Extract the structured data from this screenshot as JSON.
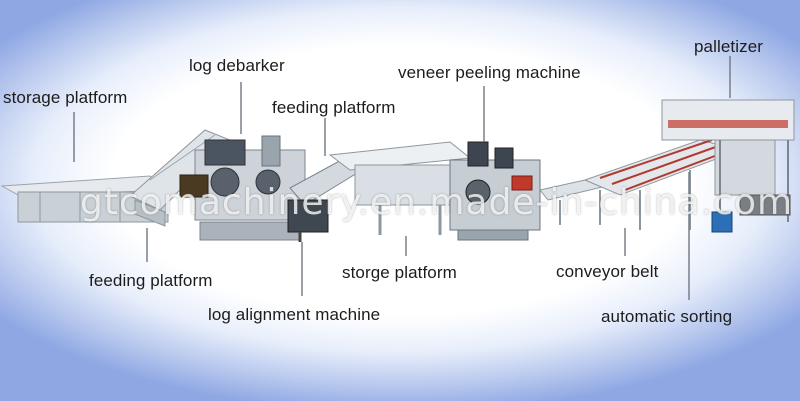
{
  "labels": {
    "storage_platform": "storage platform",
    "log_debarker": "log debarker",
    "feeding_platform_top": "feeding platform",
    "veneer_peeling_machine": "veneer peeling machine",
    "palletizer": "palletizer",
    "feeding_platform_bottom": "feeding platform",
    "log_alignment_machine": "log alignment machine",
    "storge_platform": "storge platform",
    "conveyor_belt": "conveyor belt",
    "automatic_sorting": "automatic sorting"
  },
  "watermark": "gtcomachinery.en.made-in-china.com"
}
